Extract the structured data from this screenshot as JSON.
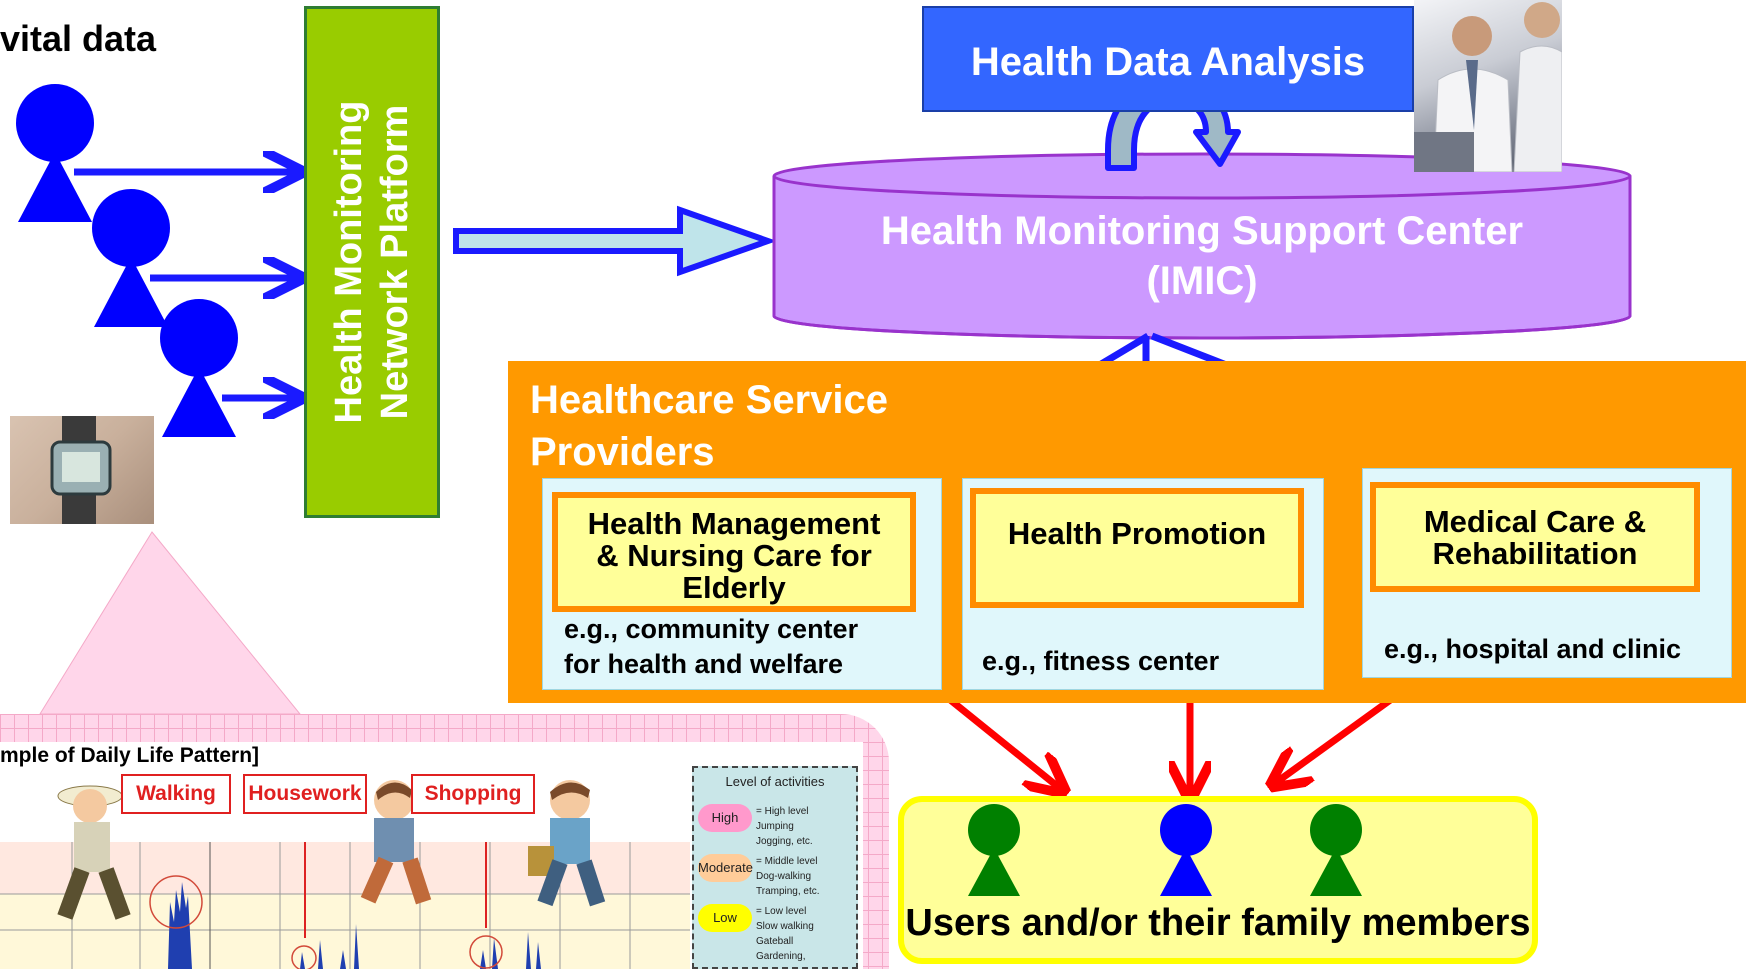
{
  "vital_data_title": "vital data",
  "platform_label_line1": "Health Monitoring",
  "platform_label_line2": "Network Platform",
  "analysis_label": "Health Data Analysis",
  "support_center_line1": "Health Monitoring Support Center",
  "support_center_line2": "(IMIC)",
  "providers_title_line1": "Healthcare Service",
  "providers_title_line2": "Providers",
  "services": [
    {
      "title_lines": [
        "Health Management",
        "& Nursing Care for",
        "Elderly"
      ],
      "example_lines": [
        "e.g., community center",
        "for health and welfare"
      ]
    },
    {
      "title_lines": [
        "Health Promotion"
      ],
      "example_lines": [
        "e.g., fitness center"
      ]
    },
    {
      "title_lines": [
        "Medical Care &",
        "Rehabilitation"
      ],
      "example_lines": [
        "e.g., hospital and clinic"
      ]
    }
  ],
  "users_label": "Users and/or their family members",
  "daily_life": {
    "title": "mple of Daily Life Pattern]",
    "activities": [
      "Walking",
      "Housework",
      "Shopping"
    ],
    "legend_title": "Level of activities",
    "levels": [
      {
        "name": "High",
        "color": "#ff99cc",
        "desc": [
          "= High level",
          "Jumping",
          "Jogging, etc."
        ]
      },
      {
        "name": "Moderate",
        "color": "#ffcc99",
        "desc": [
          "= Middle level",
          "Dog-walking",
          "Tramping, etc."
        ]
      },
      {
        "name": "Low",
        "color": "#ffff00",
        "desc": [
          "= Low level",
          "Slow walking",
          "Gateball",
          "Gardening,"
        ]
      }
    ]
  },
  "colors": {
    "platform_green": "#99cc00",
    "analysis_blue": "#3366ff",
    "support_center_purple": "#cc99ff",
    "providers_orange": "#ff9900",
    "arrow_blue": "#1a1aff",
    "arrow_red": "#ff0000",
    "users_yellow": "#ffff99",
    "person_blue": "#0000ff",
    "person_green": "#008000"
  }
}
